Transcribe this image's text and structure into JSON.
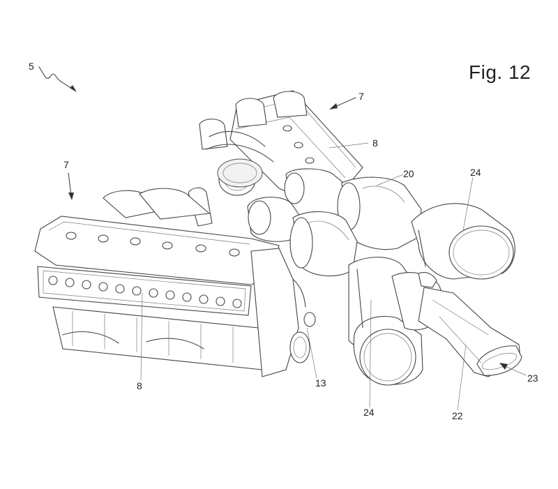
{
  "figure": {
    "title": "Fig. 12",
    "labels": {
      "l5": "5",
      "l7_top": "7",
      "l7_left": "7",
      "l8_top": "8",
      "l8_bottom": "8",
      "l20": "20",
      "l24_top": "24",
      "l24_bottom": "24",
      "l13": "13",
      "l22": "22",
      "l23": "23"
    }
  }
}
